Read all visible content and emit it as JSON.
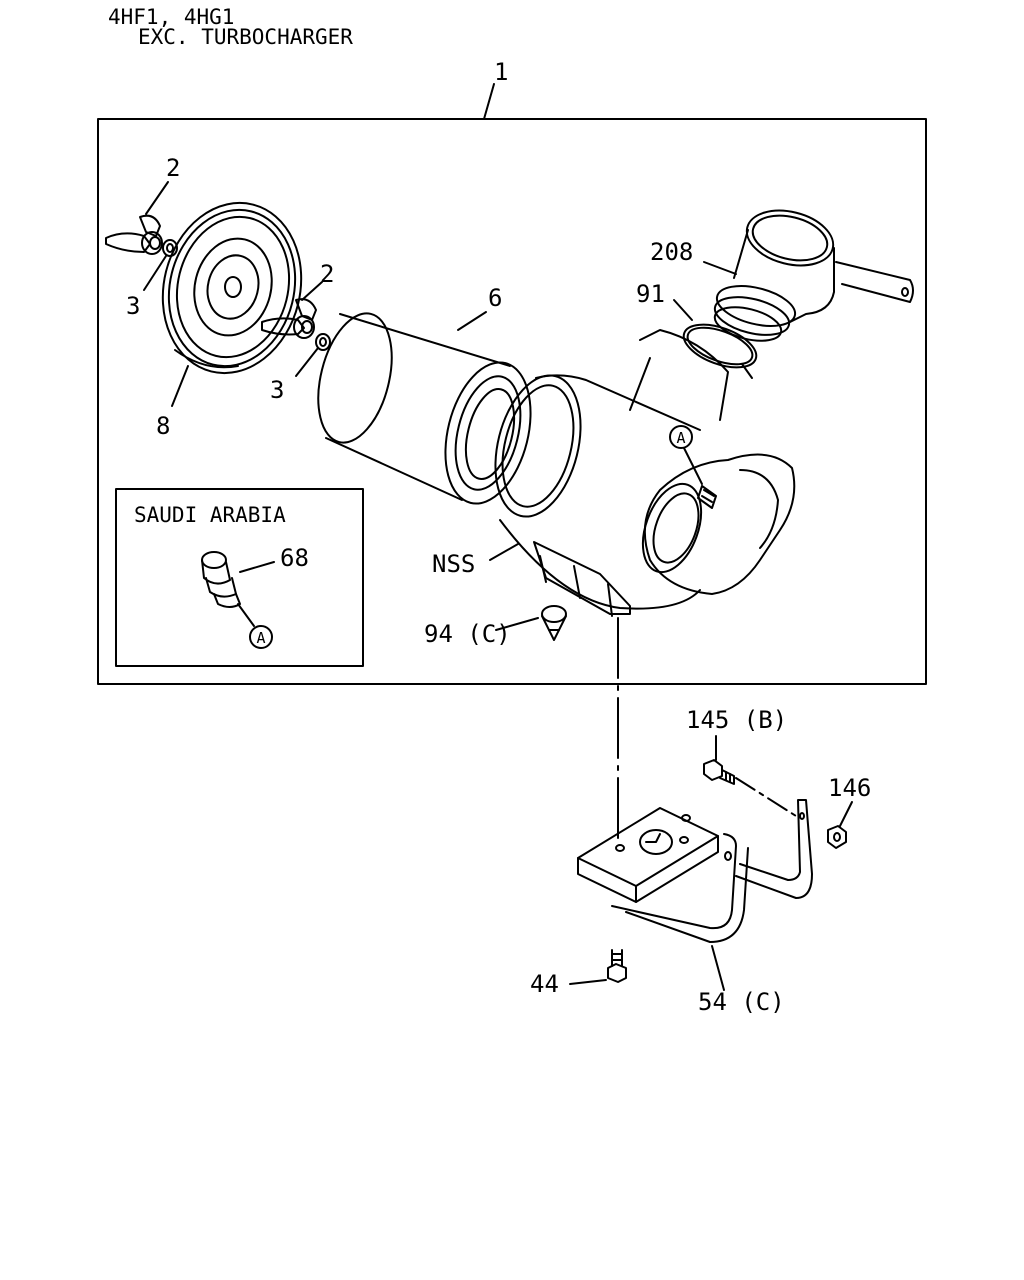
{
  "header": {
    "line1": "4HF1, 4HG1",
    "line2": "EXC. TURBOCHARGER"
  },
  "inset": {
    "title": "SAUDI ARABIA"
  },
  "labels": {
    "main_assembly": "1",
    "wing_nut_top": "2",
    "wing_nut_mid": "2",
    "washer_top": "3",
    "washer_mid": "3",
    "element": "6",
    "cover": "8",
    "elbow": "208",
    "clamp": "91",
    "ref_a_main": "A",
    "nss": "NSS",
    "valve_94": "94 (C)",
    "indicator": "68",
    "ref_a_inset": "A",
    "bolt_145": "145 (B)",
    "nut_146": "146",
    "bolt_44": "44",
    "bracket": "54 (C)"
  }
}
